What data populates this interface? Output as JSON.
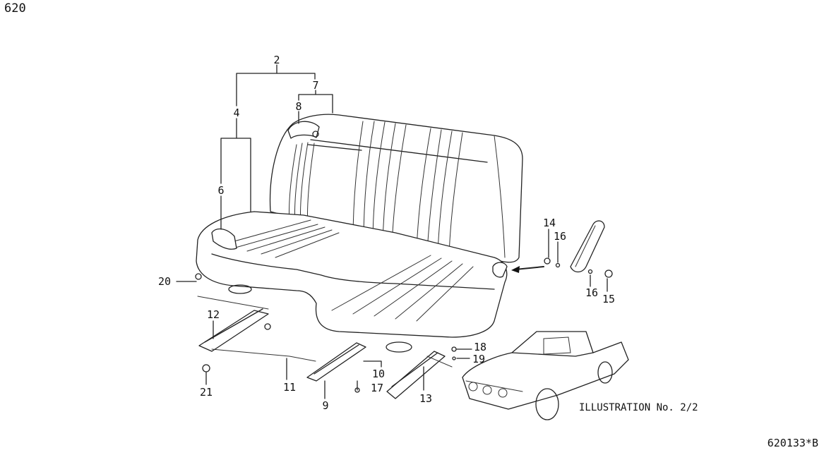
{
  "header": {
    "page_code": "620"
  },
  "footer": {
    "diagram_code": "620133*B",
    "illustration_label": "ILLUSTRATION No. 2/2"
  },
  "callouts": {
    "c2": "2",
    "c4": "4",
    "c6": "6",
    "c7": "7",
    "c8": "8",
    "c9": "9",
    "c10": "10",
    "c11": "11",
    "c12": "12",
    "c13": "13",
    "c14": "14",
    "c15": "15",
    "c16a": "16",
    "c16b": "16",
    "c17": "17",
    "c18": "18",
    "c19": "19",
    "c20": "20",
    "c21": "21"
  }
}
